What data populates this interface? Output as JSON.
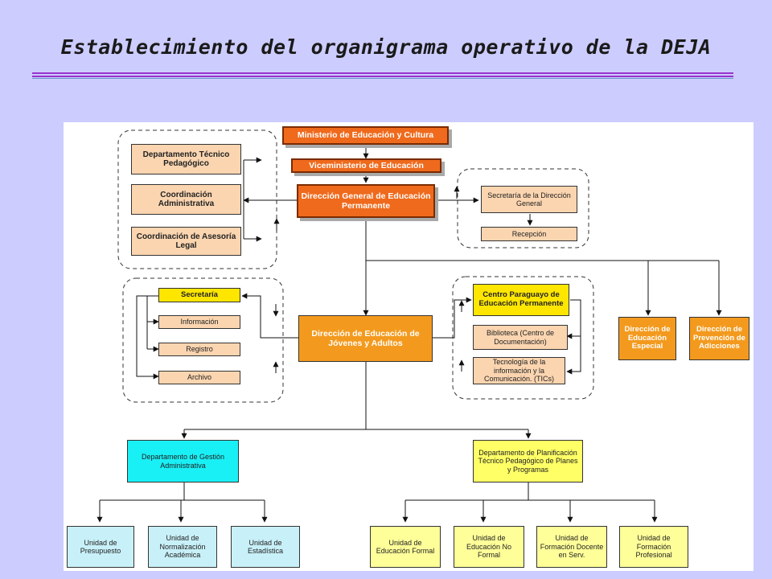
{
  "title": "Establecimiento del organigrama operativo de la DEJA",
  "colors": {
    "background": "#ccccff",
    "title_rule": "#9933cc",
    "orange_dark": "#ef6a1c",
    "orange": "#f39a1e",
    "peach": "#fbd5b0",
    "yellow": "#ffe600",
    "cyan": "#19f0f5"
  },
  "nodes": {
    "ministerio": "Ministerio de Educación y Cultura",
    "viceministerio": "Viceministerio de Educación",
    "direccion_general": "Dirección General de Educación Permanente",
    "depto_tecnico": "Departamento Técnico Pedagógico",
    "coord_admin": "Coordinación Administrativa",
    "coord_asesoria": "Coordinación de Asesoría Legal",
    "secretaria_dg": "Secretaría de la Dirección General",
    "recepcion": "Recepción",
    "direccion_eja": "Dirección de Educación de Jóvenes y Adultos",
    "secretaria": "Secretaría",
    "informacion": "Información",
    "registro": "Registro",
    "archivo": "Archivo",
    "centro_paraguayo": "Centro Paraguayo de Educación Permanente",
    "biblioteca": "Biblioteca (Centro de Documentación)",
    "tics": "Tecnología de la información y la Comunicación. (TICs)",
    "dir_especial": "Dirección de Educación Especial",
    "dir_adicciones": "Dirección de Prevención de Adicciones",
    "depto_gestion": "Departamento de Gestión Administrativa",
    "depto_planificacion": "Departamento de Planificación Técnico Pedagógico de Planes y Programas",
    "unidad_presupuesto": "Unidad de Presupuesto",
    "unidad_normalizacion": "Unidad de Normalización Académica",
    "unidad_estadistica": "Unidad de Estadística",
    "unidad_formal": "Unidad de Educación Formal",
    "unidad_no_formal": "Unidad de Educación No Formal",
    "unidad_docente": "Unidad de Formación Docente en Serv.",
    "unidad_profesional": "Unidad de Formación Profesional"
  }
}
